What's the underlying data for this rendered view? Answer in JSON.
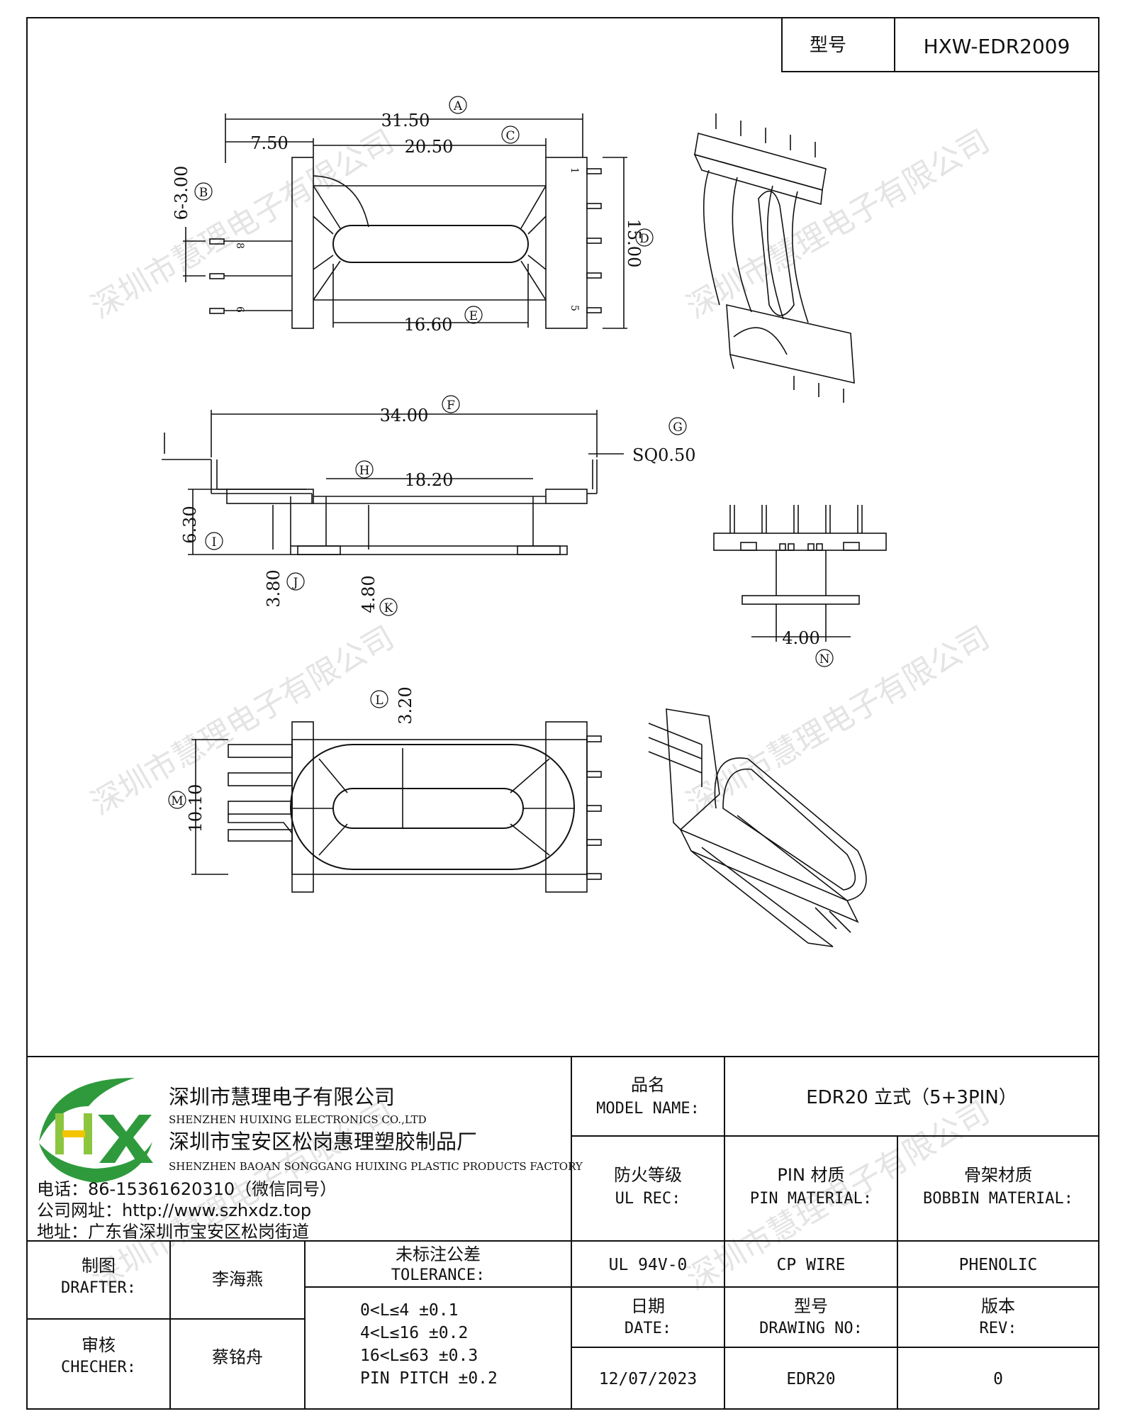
{
  "header": {
    "model_label": "型号",
    "model_value": "HXW-EDR2009"
  },
  "drawing": {
    "dim_a": "31.50",
    "dim_a_tag": "A",
    "dim_b": "6-3.00",
    "dim_b_tag": "B",
    "dim_c": "20.50",
    "dim_c_tag": "C",
    "dim_d": "15.00",
    "dim_d_tag": "D",
    "dim_e": "16.60",
    "dim_e_tag": "E",
    "dim_left": "7.50",
    "dim_f": "34.00",
    "dim_f_tag": "F",
    "dim_g": "SQ0.50",
    "dim_g_tag": "G",
    "dim_h": "18.20",
    "dim_h_tag": "H",
    "dim_i": "6.30",
    "dim_i_tag": "I",
    "dim_j": "3.80",
    "dim_j_tag": "J",
    "dim_k": "4.80",
    "dim_k_tag": "K",
    "dim_l": "3.20",
    "dim_l_tag": "L",
    "dim_m": "10.10",
    "dim_m_tag": "M",
    "dim_n": "4.00",
    "dim_n_tag": "N",
    "pin_1": "1",
    "pin_5": "5",
    "pin_6": "6",
    "pin_8": "8"
  },
  "watermark": "深圳市慧理电子有限公司",
  "company": {
    "logo_text": "HX",
    "name_cn": "深圳市慧理电子有限公司",
    "name_en": "SHENZHEN HUIXING ELECTRONICS CO.,LTD",
    "factory_cn": "深圳市宝安区松岗惠理塑胶制品厂",
    "factory_en": "SHENZHEN BAOAN SONGGANG HUIXING PLASTIC PRODUCTS FACTORY",
    "phone": "电话：86-15361620310（微信同号）",
    "website": "公司网址：http://www.szhxdz.top",
    "address": "地址：广东省深圳市宝安区松岗街道"
  },
  "titleblock": {
    "model_name_cn": "品名",
    "model_name_en": "MODEL NAME:",
    "model_name_value": "EDR20 立式（5+3PIN）",
    "ul_cn": "防火等级",
    "ul_en": "UL REC:",
    "pin_mat_cn": "PIN 材质",
    "pin_mat_en": "PIN MATERIAL:",
    "bobbin_cn": "骨架材质",
    "bobbin_en": "BOBBIN MATERIAL:",
    "drafter_cn": "制图",
    "drafter_en": "DRAFTER:",
    "drafter_name": "李海燕",
    "tol_cn": "未标注公差",
    "tol_en": "TOLERANCE:",
    "ul_value": "UL 94V-0",
    "pin_value": "CP WIRE",
    "bobbin_value": "PHENOLIC",
    "checker_cn": "审核",
    "checker_en": "CHECHER:",
    "checker_name": "蔡铭舟",
    "tol_lines": [
      "0<L≤4  ±0.1",
      "4<L≤16  ±0.2",
      "16<L≤63  ±0.3",
      "PIN PITCH  ±0.2"
    ],
    "date_cn": "日期",
    "date_en": "DATE:",
    "dwg_cn": "型号",
    "dwg_en": "DRAWING NO:",
    "rev_cn": "版本",
    "rev_en": "REV:",
    "date_value": "12/07/2023",
    "dwg_value": "EDR20",
    "rev_value": "0"
  },
  "colors": {
    "logo_green": "#2e9a3c",
    "logo_lightgreen": "#8cc63f",
    "logo_yellow": "#f2c500",
    "line": "#111111"
  }
}
